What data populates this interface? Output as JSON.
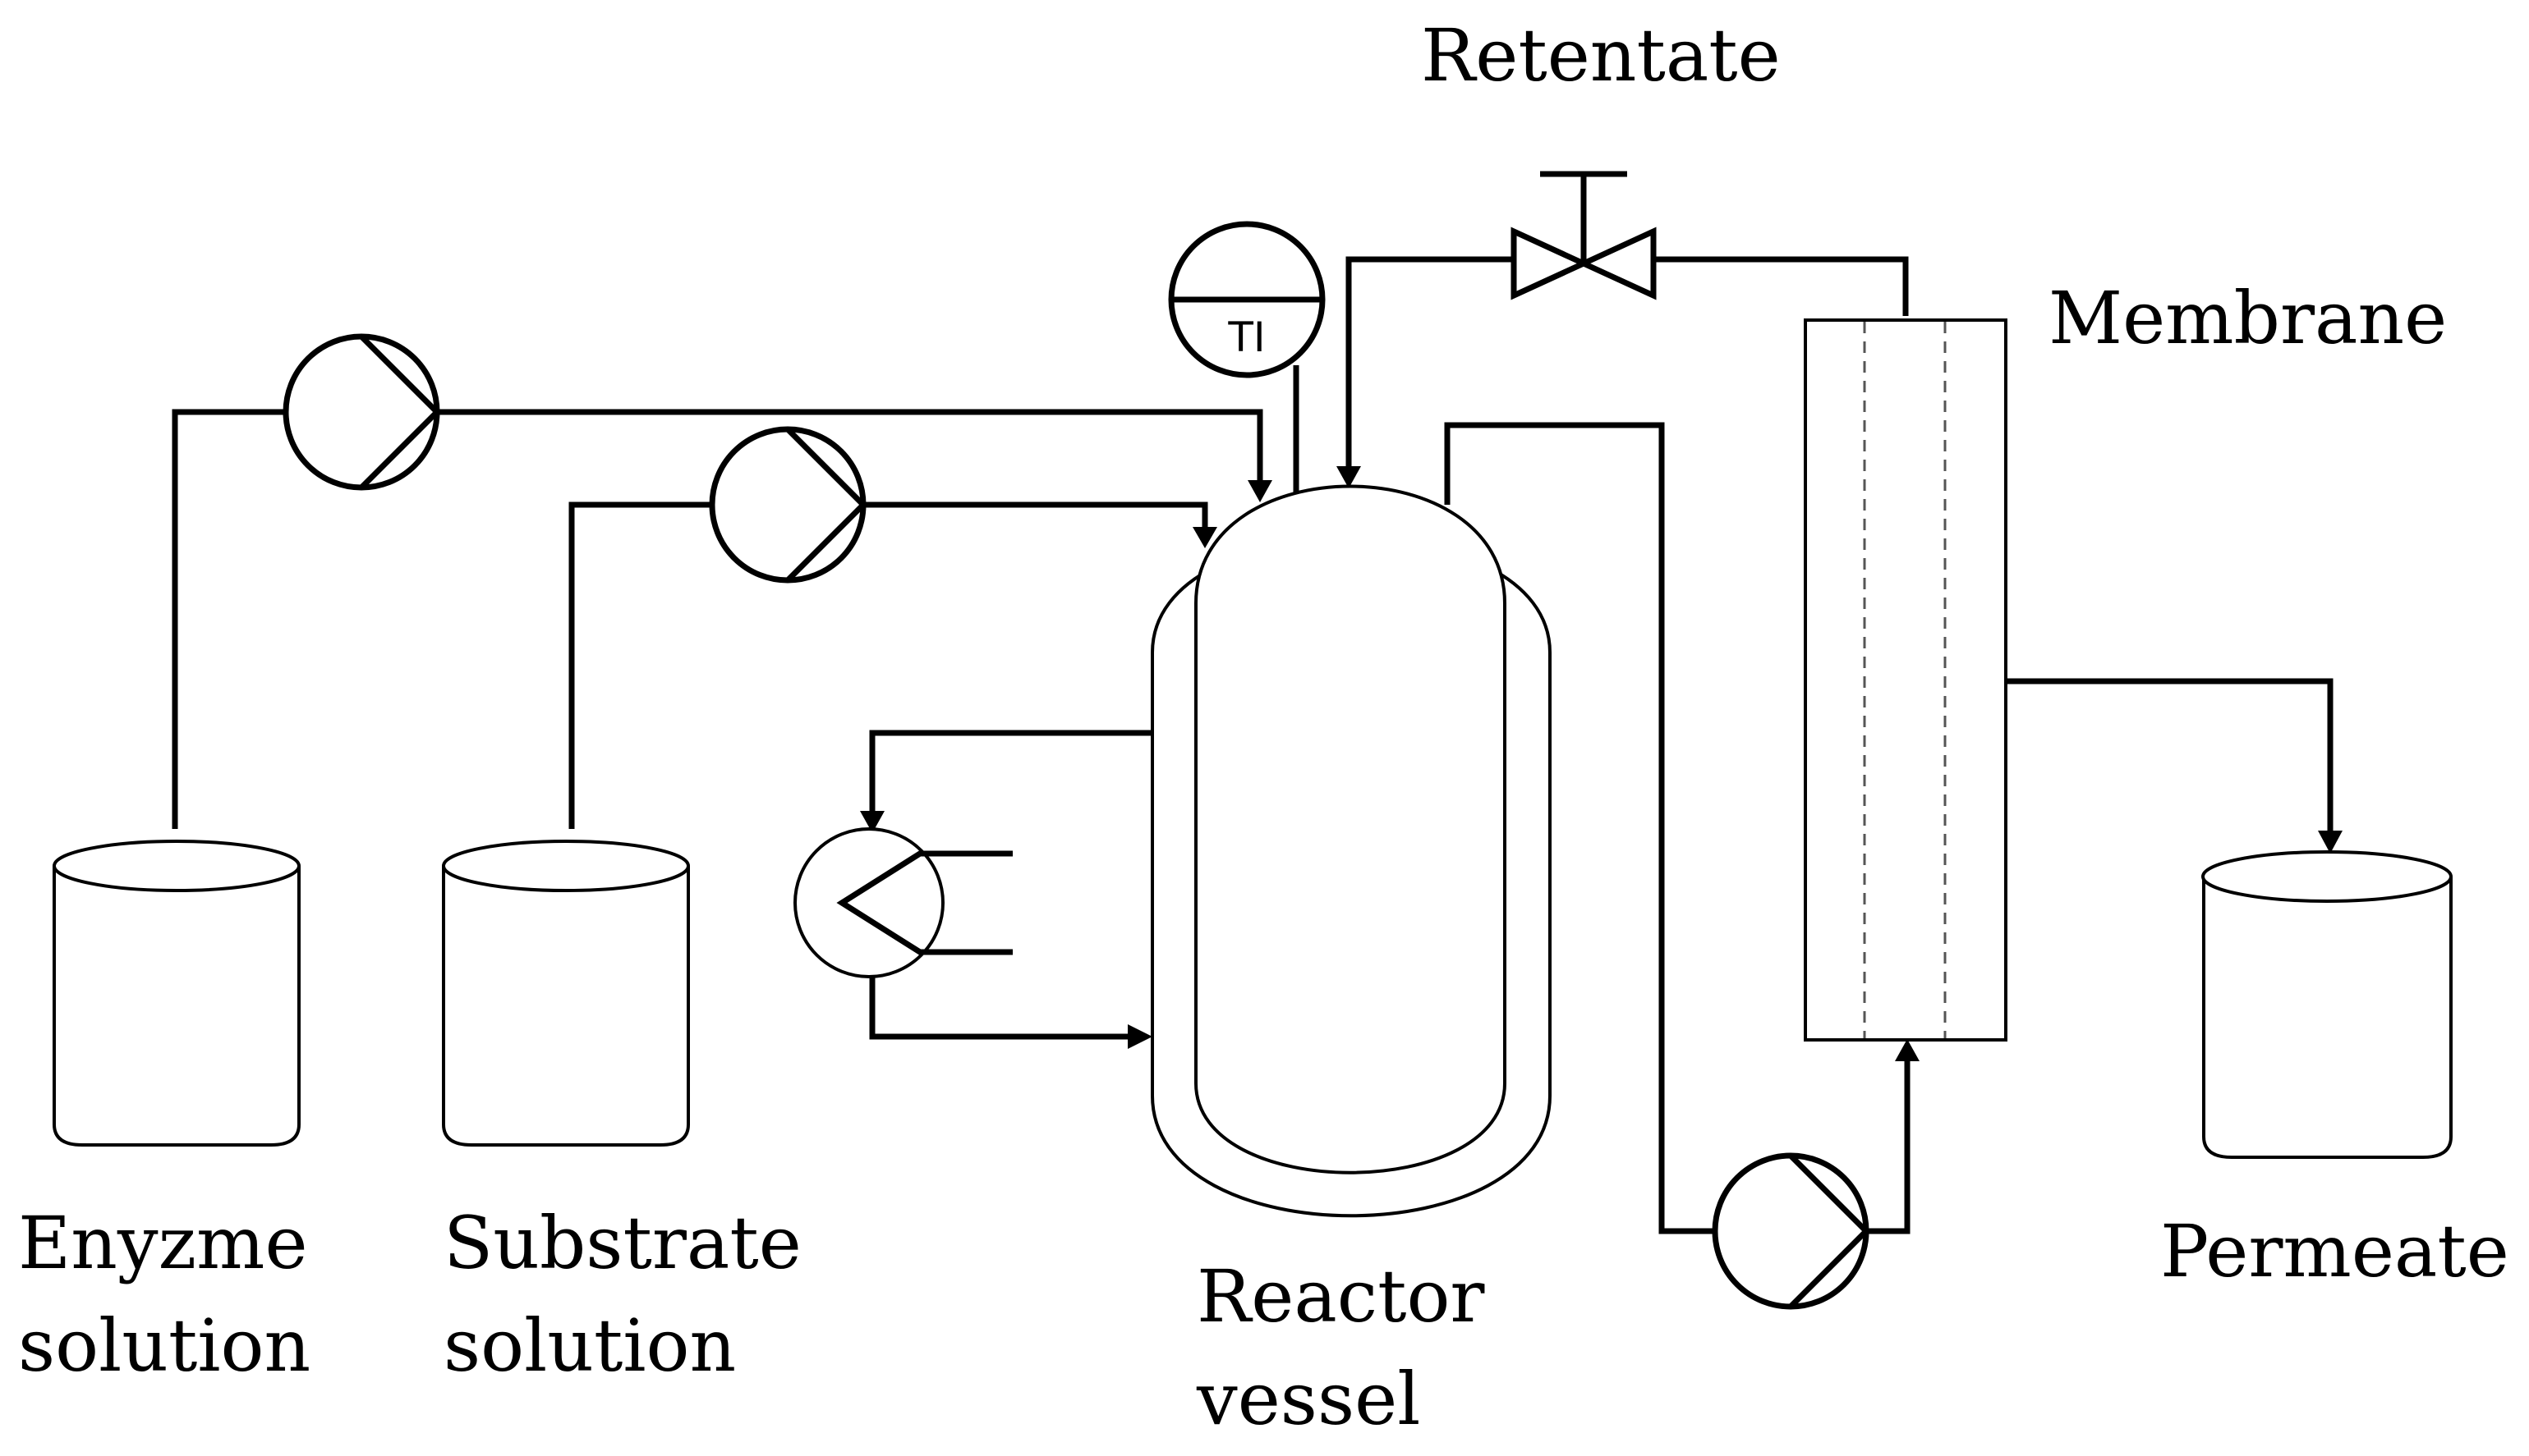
{
  "labels": {
    "retentate": "Retentate",
    "membrane": "Membrane",
    "enzyme_line1": "Enyzme",
    "enzyme_line2": "solution",
    "substrate_line1": "Substrate",
    "substrate_line2": "solution",
    "reactor_line1": "Reactor",
    "reactor_line2": "vessel",
    "permeate": "Permeate",
    "temperature_indicator": "TI"
  }
}
